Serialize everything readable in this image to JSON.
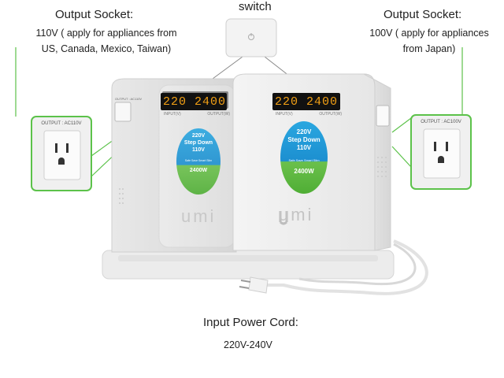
{
  "labels": {
    "switch": "switch",
    "left_heading": "Output Socket:",
    "left_line1": "110V ( apply for appliances from",
    "left_line2": "US, Canada, Mexico, Taiwan)",
    "right_heading": "Output Socket:",
    "right_line1": "100V ( apply for appliances",
    "right_line2": "from Japan)",
    "bottom_heading": "Input Power Cord:",
    "bottom_line": "220V-240V"
  },
  "device": {
    "display_left": "220",
    "display_right": "2400",
    "input_label": "INPUT(V)",
    "output_label": "OUTPUT(W)",
    "badge_line1": "220V",
    "badge_line2": "Step Down",
    "badge_line3": "110V",
    "badge_sub": "Safe Save Smart Slim",
    "badge_watt": "2400W",
    "logo": "umi",
    "side_label": "OUTPUT : AC110V",
    "left_socket_label": "OUTPUT : AC110V",
    "right_socket_label": "OUTPUT : AC100V"
  },
  "colors": {
    "accent_green": "#5cc24a",
    "badge_blue": "#1c8fd0",
    "badge_green": "#6bc04b",
    "display_bg": "#111111",
    "display_text": "#f2a015"
  }
}
